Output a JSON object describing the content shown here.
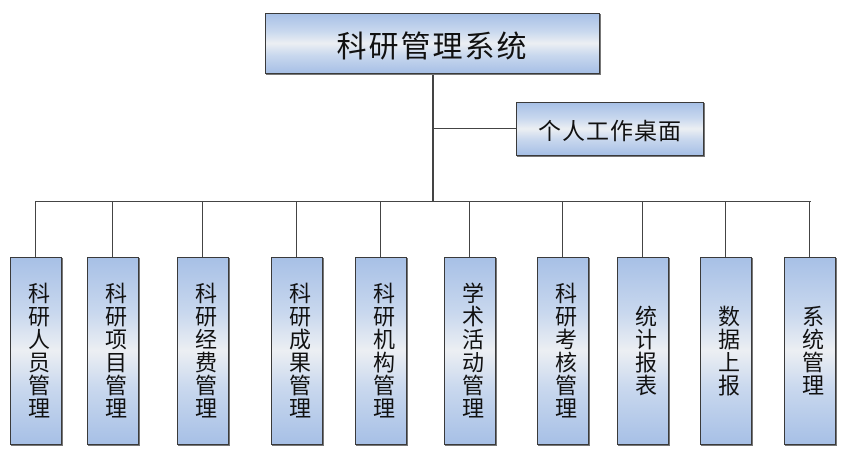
{
  "root": {
    "label": "科研管理系统"
  },
  "side": {
    "label": "个人工作桌面"
  },
  "children": [
    {
      "label": "科研人员管理"
    },
    {
      "label": "科研项目管理"
    },
    {
      "label": "科研经费管理"
    },
    {
      "label": "科研成果管理"
    },
    {
      "label": "科研机构管理"
    },
    {
      "label": "学术活动管理"
    },
    {
      "label": "科研考核管理"
    },
    {
      "label": "统计报表"
    },
    {
      "label": "数据上报"
    },
    {
      "label": "系统管理"
    }
  ],
  "colors": {
    "box_edge": "#a7c0e6",
    "box_center": "#eceff3",
    "line": "#444444"
  }
}
